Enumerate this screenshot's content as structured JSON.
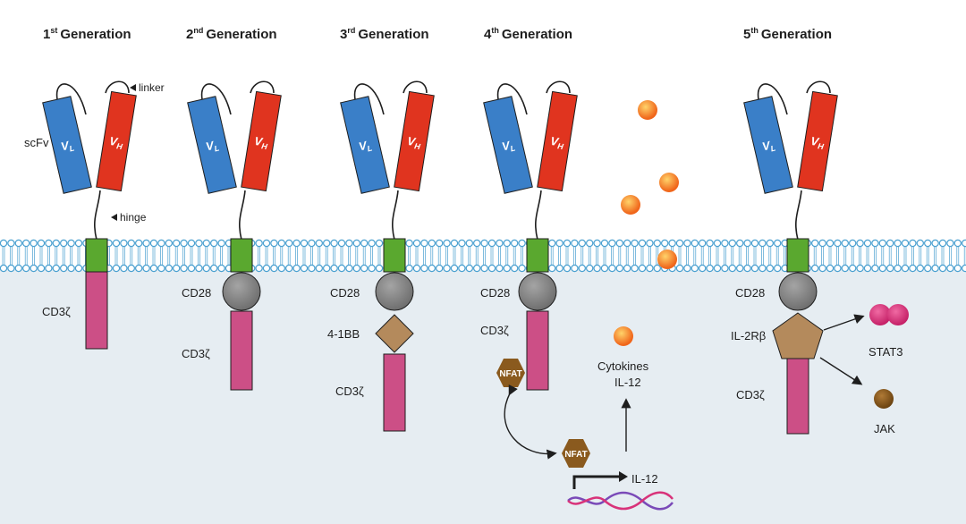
{
  "generations": [
    {
      "num": "1",
      "sup": "st",
      "word": "Generation"
    },
    {
      "num": "2",
      "sup": "nd",
      "word": "Generation"
    },
    {
      "num": "3",
      "sup": "rd",
      "word": "Generation"
    },
    {
      "num": "4",
      "sup": "th",
      "word": "Generation"
    },
    {
      "num": "5",
      "sup": "th",
      "word": "Generation"
    }
  ],
  "chains": {
    "vl_base": "V",
    "vl_sub": "L",
    "vh_base": "V",
    "vh_sub": "H"
  },
  "labels": {
    "scfv": "scFv",
    "linker": "linker",
    "hinge": "hinge",
    "cd3z": "CD3ζ",
    "cd28": "CD28",
    "four1bb": "4-1BB",
    "nfat": "NFAT",
    "cytokines": "Cytokines",
    "il12": "IL-12",
    "il12_gene": "IL-12",
    "il2rb": "IL-2Rβ",
    "stat3": "STAT3",
    "jak": "JAK"
  },
  "colors": {
    "vl": "#3a7fc8",
    "vh": "#e0341f",
    "tm": "#5aa82f",
    "cd28": "#8c8c8c",
    "cd3z": "#cc4f86",
    "four1bb": "#b48a5c",
    "il2rb": "#b48a5c",
    "nfat": "#8a5a1e",
    "cytokine": "#f47a1e",
    "stat3": "#d8337a",
    "jak": "#8a5a1e",
    "membrane": "#4aa0d0",
    "cytoplasm": "#e8eef3"
  }
}
